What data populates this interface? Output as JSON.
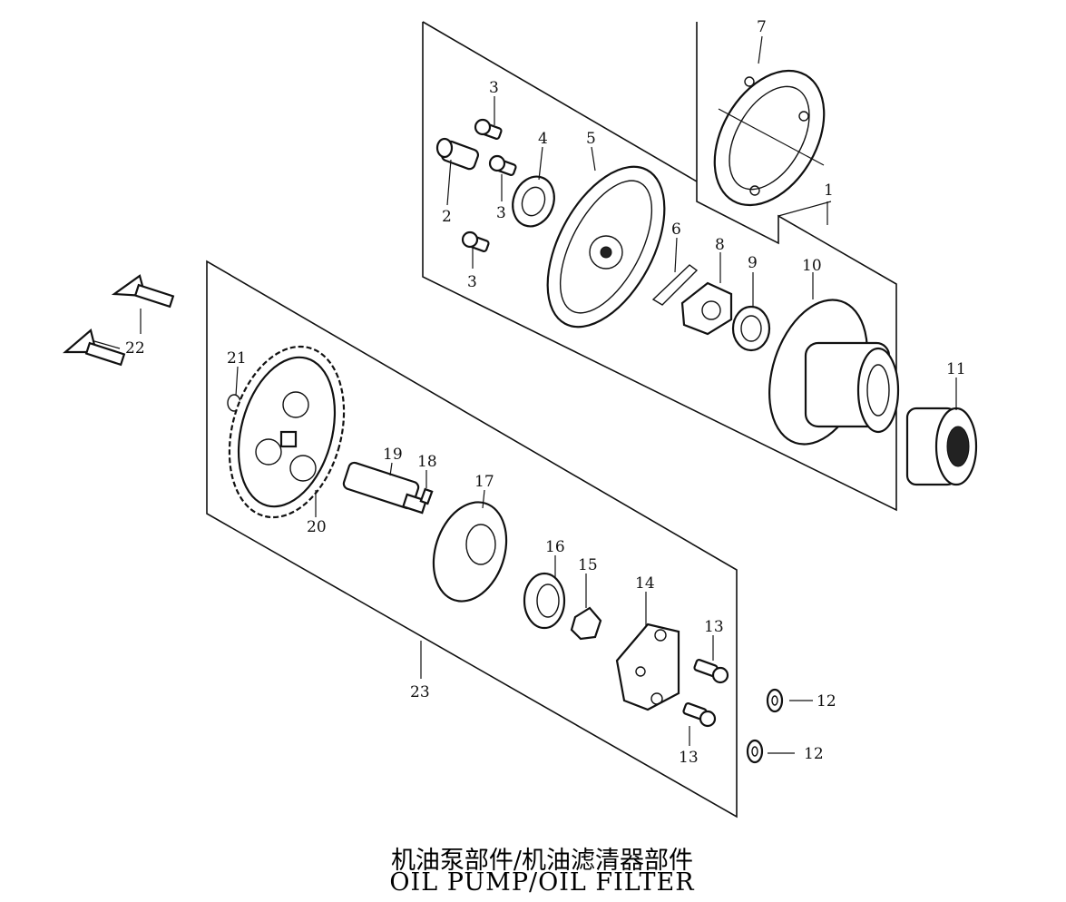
{
  "titles": {
    "chinese": "机油泵部件/机油滤清器部件",
    "english": "OIL PUMP/OIL FILTER"
  },
  "callouts": {
    "c1": "1",
    "c2": "2",
    "c3a": "3",
    "c3b": "3",
    "c3c": "3",
    "c4": "4",
    "c5": "5",
    "c6": "6",
    "c7": "7",
    "c8": "8",
    "c9": "9",
    "c10": "10",
    "c11": "11",
    "c12a": "12",
    "c12b": "12",
    "c13a": "13",
    "c13b": "13",
    "c14": "14",
    "c15": "15",
    "c16": "16",
    "c17": "17",
    "c18": "18",
    "c19": "19",
    "c20": "20",
    "c21": "21",
    "c22": "22",
    "c23": "23"
  }
}
